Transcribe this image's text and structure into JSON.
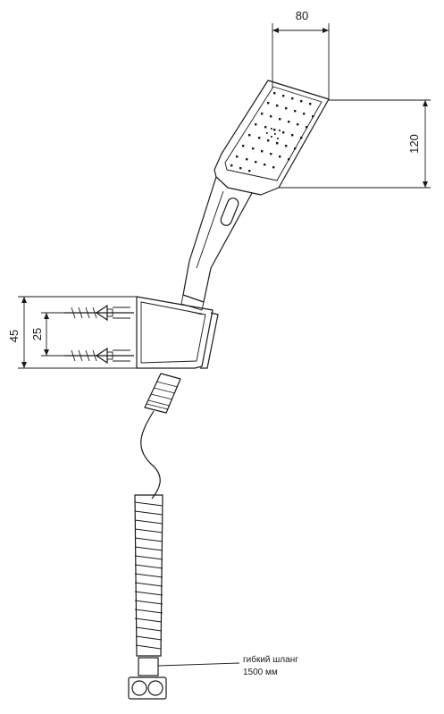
{
  "dimensions": {
    "head_width": "80",
    "head_height": "120",
    "holder_height": "45",
    "screw_spacing": "25"
  },
  "callout": {
    "line1": "гибкий шланг",
    "line2": "1500 мм"
  }
}
